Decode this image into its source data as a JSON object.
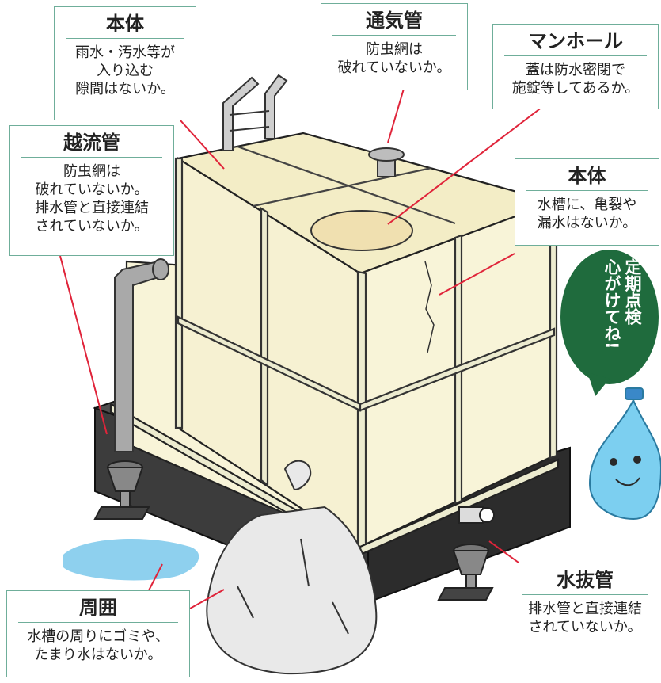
{
  "callouts": {
    "body_gap": {
      "title": "本体",
      "body": "雨水・汚水等が\n入り込む\n隙間はないか。"
    },
    "vent_pipe": {
      "title": "通気管",
      "body": "防虫網は\n破れていないか。"
    },
    "manhole": {
      "title": "マンホール",
      "body": "蓋は防水密閉で\n施錠等してあるか。"
    },
    "overflow_pipe": {
      "title": "越流管",
      "body": "防虫網は\n破れていないか。\n排水管と直接連結\nされていないか。"
    },
    "body_crack": {
      "title": "本体",
      "body": "水槽に、亀裂や\n漏水はないか。"
    },
    "drain_pipe": {
      "title": "水抜管",
      "body": "排水管と直接連結\nされていないか。"
    },
    "surroundings": {
      "title": "周囲",
      "body": "水槽の周りにゴミや、\nたまり水はないか。"
    }
  },
  "mascot_bubble": "定期点検\n心がけてね!",
  "colors": {
    "callout_border": "#6fae9a",
    "leader_line": "#e0243a",
    "tank_panel": "#f8f4d8",
    "tank_frame": "#ecebcf",
    "bubble_green": "#1f6b3d",
    "mascot_blue": "#7ccff0",
    "base_dark": "#3a3a3a",
    "puddle": "#8ed0ee"
  },
  "icons": [
    "water-tank",
    "ladder",
    "manhole-cover",
    "vent-cap",
    "overflow-pipe",
    "drain-valve",
    "garbage-bag",
    "puddle",
    "water-drop-mascot",
    "speech-bubble"
  ]
}
